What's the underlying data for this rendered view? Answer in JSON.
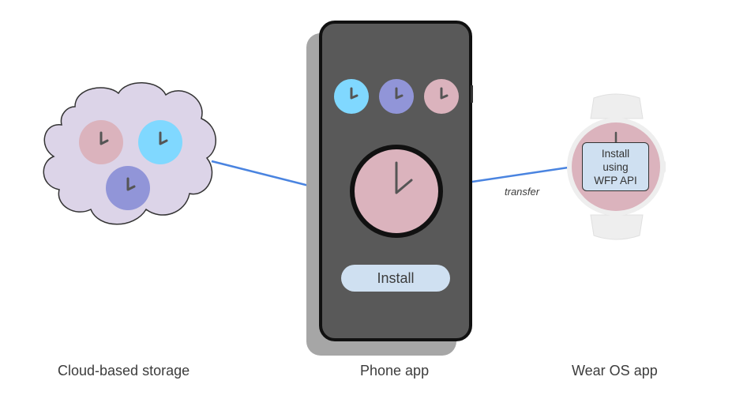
{
  "labels": {
    "cloud": "Cloud-based storage",
    "phone": "Phone app",
    "wear": "Wear OS app",
    "transfer": "transfer"
  },
  "phone": {
    "install_button": "Install"
  },
  "watch": {
    "box_lines": [
      "Install",
      "using",
      "WFP API"
    ]
  },
  "colors": {
    "pink": "#dbb3bd",
    "cyan": "#80d8ff",
    "indigo": "#9195d8",
    "cloud_fill": "#dcd4e8",
    "arrow": "#4a84e0",
    "phone_screen": "#595959",
    "phone_shadow": "#a6a6a6",
    "button": "#cfe0f1",
    "watch_band": "#eeeeee"
  }
}
